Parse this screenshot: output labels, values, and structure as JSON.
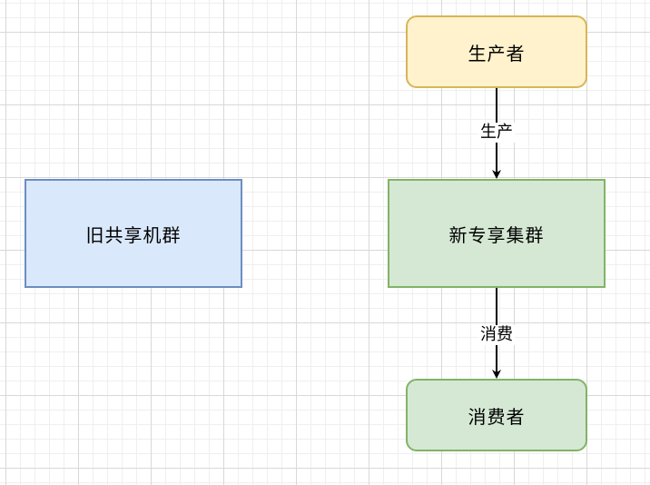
{
  "diagram": {
    "nodes": {
      "old_cluster": "旧共享机群",
      "producer": "生产者",
      "new_cluster": "新专享集群",
      "consumer": "消费者"
    },
    "edges": {
      "produce": "生产",
      "consume": "消费"
    }
  },
  "colors": {
    "old_cluster_fill": "#dae8fc",
    "old_cluster_stroke": "#6c8ebf",
    "producer_fill": "#fff2cc",
    "producer_stroke": "#d6b656",
    "green_fill": "#d5e8d4",
    "green_stroke": "#82b366"
  }
}
